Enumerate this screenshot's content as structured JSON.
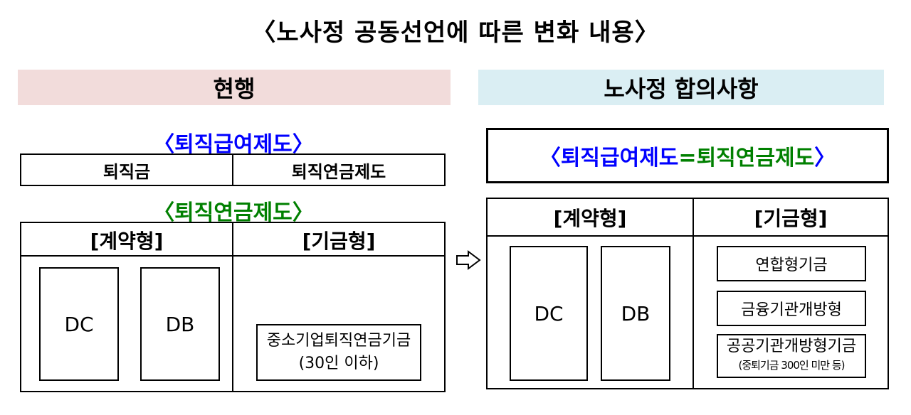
{
  "title": "〈노사정 공동선언에 따른 변화 내용〉",
  "current": {
    "banner": "현행",
    "retirement_benefit_heading": "〈퇴직급여제도〉",
    "retirement_benefit_table": [
      "퇴직금",
      "퇴직연금제도"
    ],
    "retirement_pension_heading": "〈퇴직연금제도〉",
    "contract_type": "[계약형]",
    "fund_type": "[기금형]",
    "plans": [
      "DC",
      "DB"
    ],
    "sme_fund": {
      "line1": "중소기업퇴직연금기금",
      "line2": "(30인 이하)"
    }
  },
  "arrow": "⇨",
  "agreed": {
    "banner": "노사정 합의사항",
    "unified": {
      "open": "〈",
      "left": "퇴직급여제도",
      "equals": "=",
      "right": "퇴직연금제도",
      "close": "〉"
    },
    "contract_type": "[계약형]",
    "fund_type": "[기금형]",
    "plans": [
      "DC",
      "DB"
    ],
    "funds": [
      "연합형기금",
      "금융기관개방형"
    ],
    "public_fund": {
      "line1": "공공기관개방형기금",
      "line2": "(중퇴기금 300인 미만 등)"
    }
  },
  "colors": {
    "current_banner": "#f2dcdb",
    "agreed_banner": "#daeef3",
    "blue_heading": "#0000ff",
    "green_heading": "#008000"
  }
}
